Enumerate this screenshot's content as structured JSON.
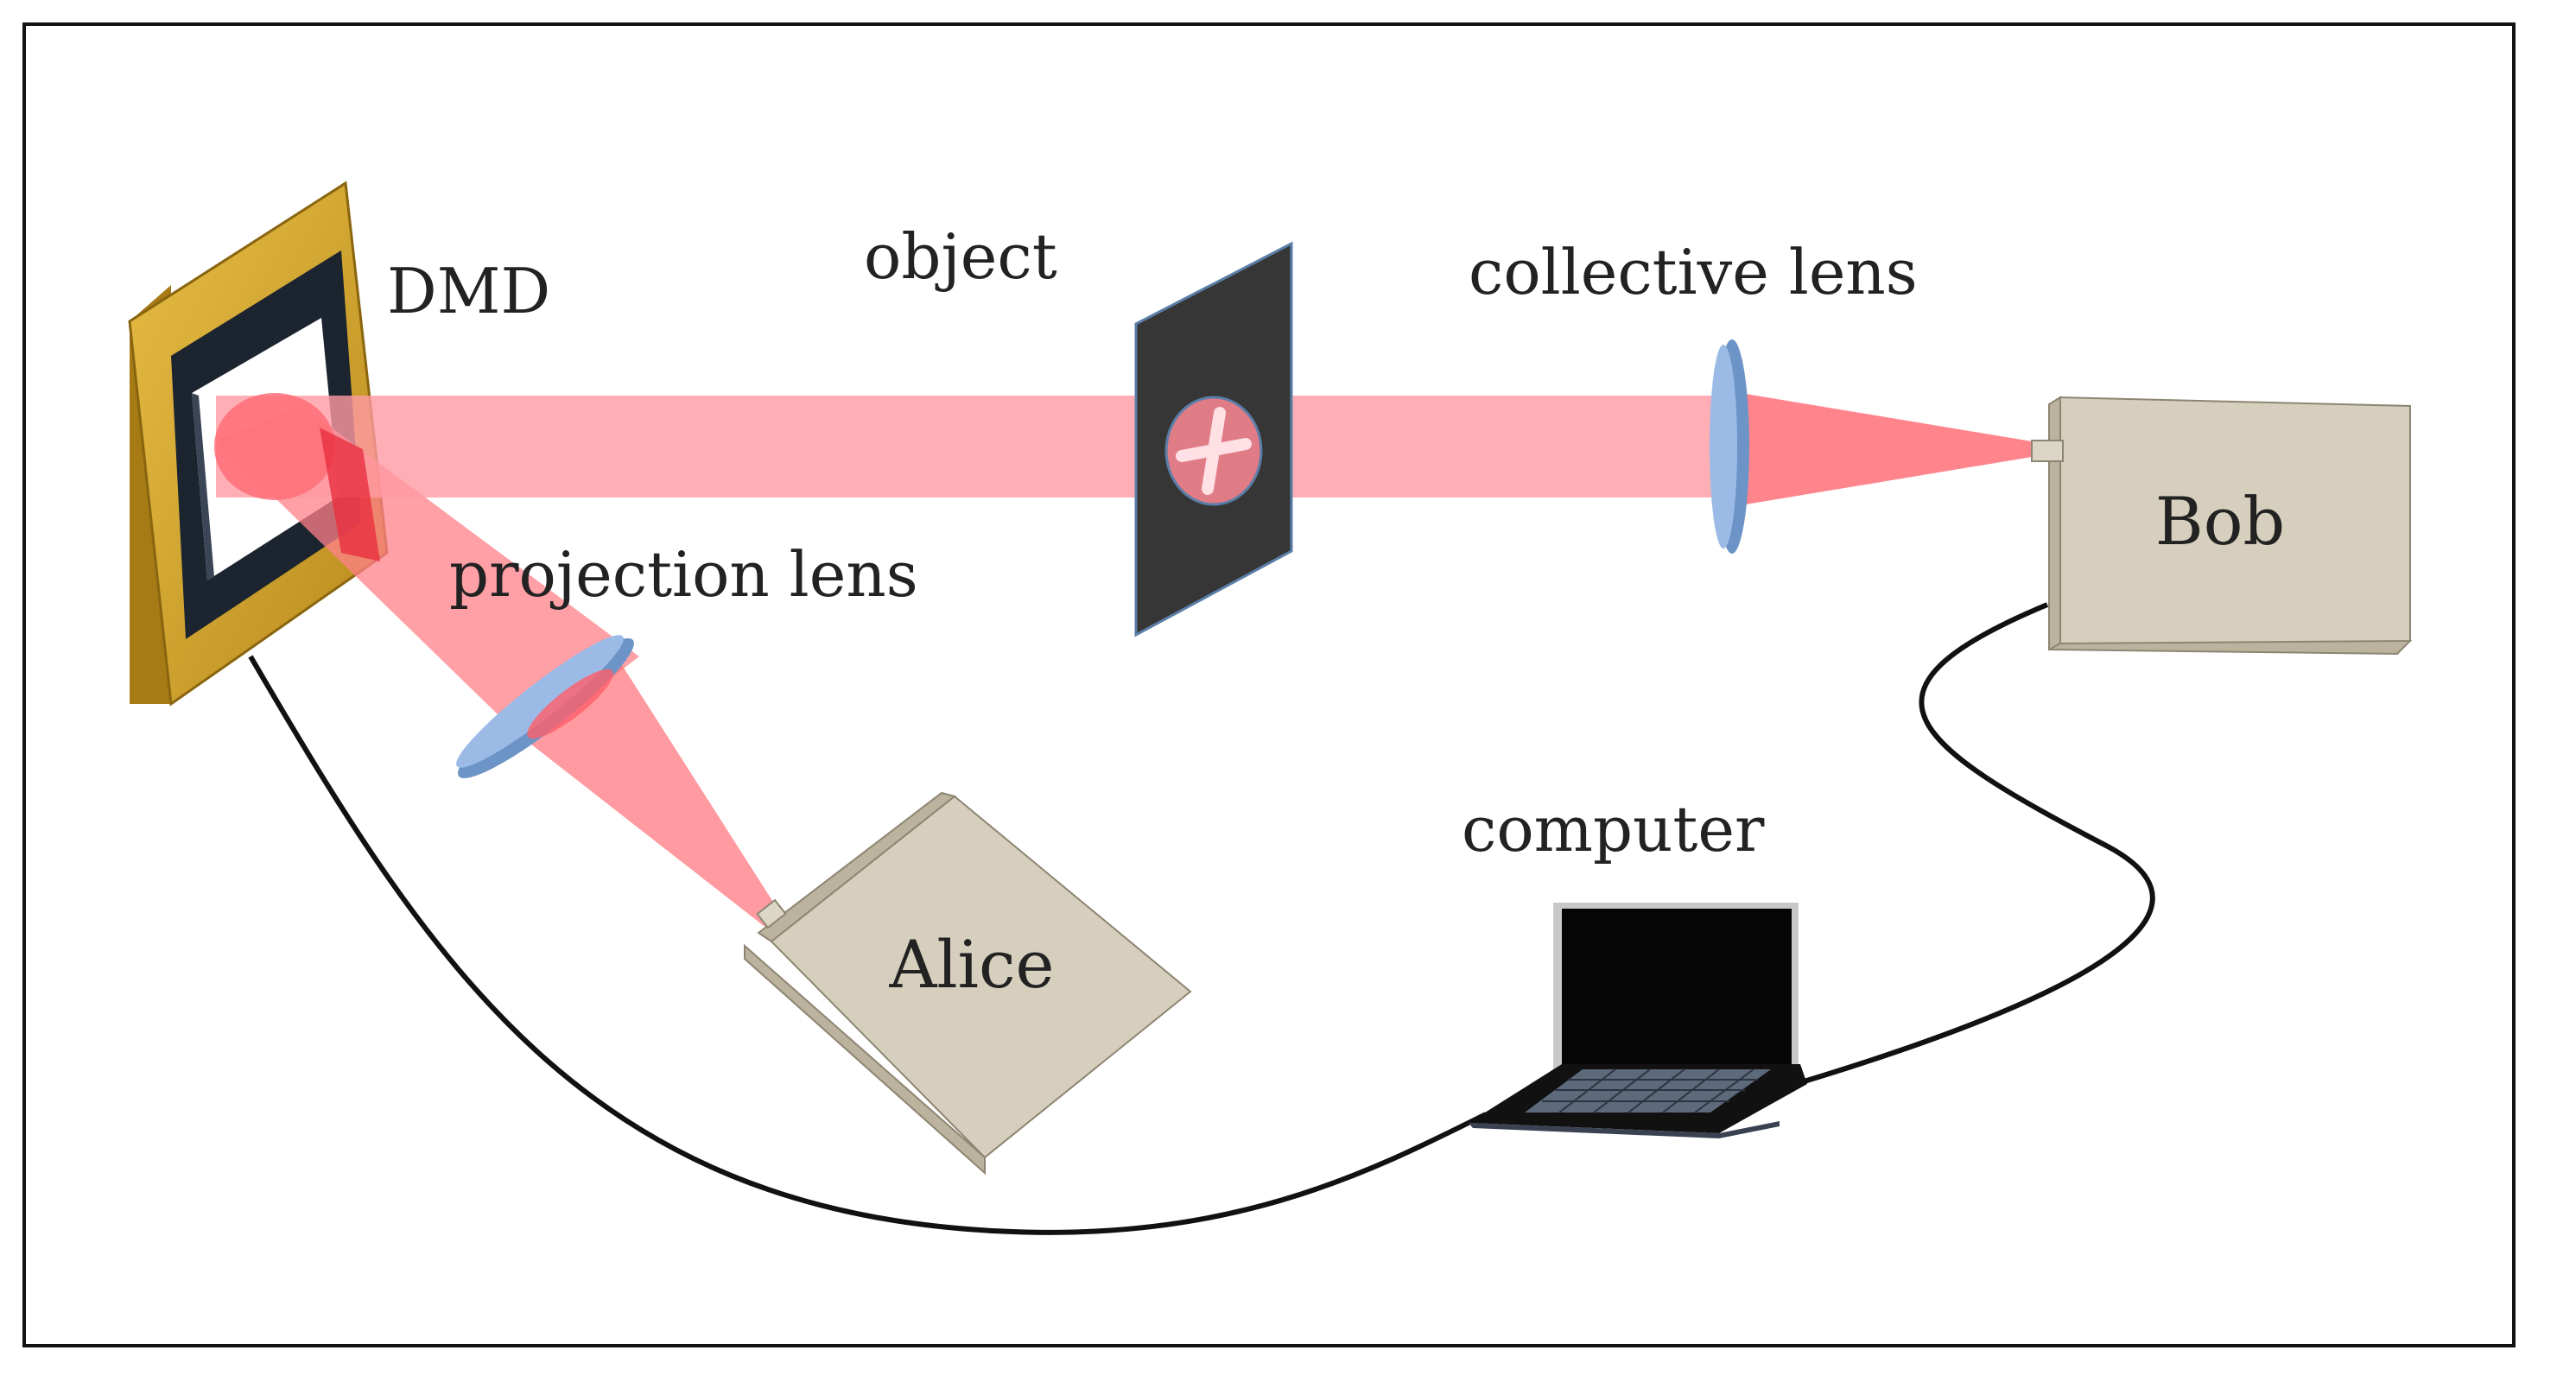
{
  "labels": {
    "dmd": "DMD",
    "object": "object",
    "collective_lens": "collective lens",
    "projection_lens": "projection lens",
    "computer": "computer"
  },
  "boxes": {
    "bob": "Bob",
    "alice": "Alice"
  },
  "colors": {
    "beam": "#ff7f86",
    "beam_core": "#e8303a",
    "lens": "#8ab0e0",
    "box_face": "#d6cfbd",
    "box_side": "#bcb39f",
    "dmd_frame": "#d8a62b",
    "object_plate": "#333333",
    "cable": "#111111"
  },
  "icons": {
    "object_mask": "cross-icon",
    "computer": "laptop-icon"
  }
}
